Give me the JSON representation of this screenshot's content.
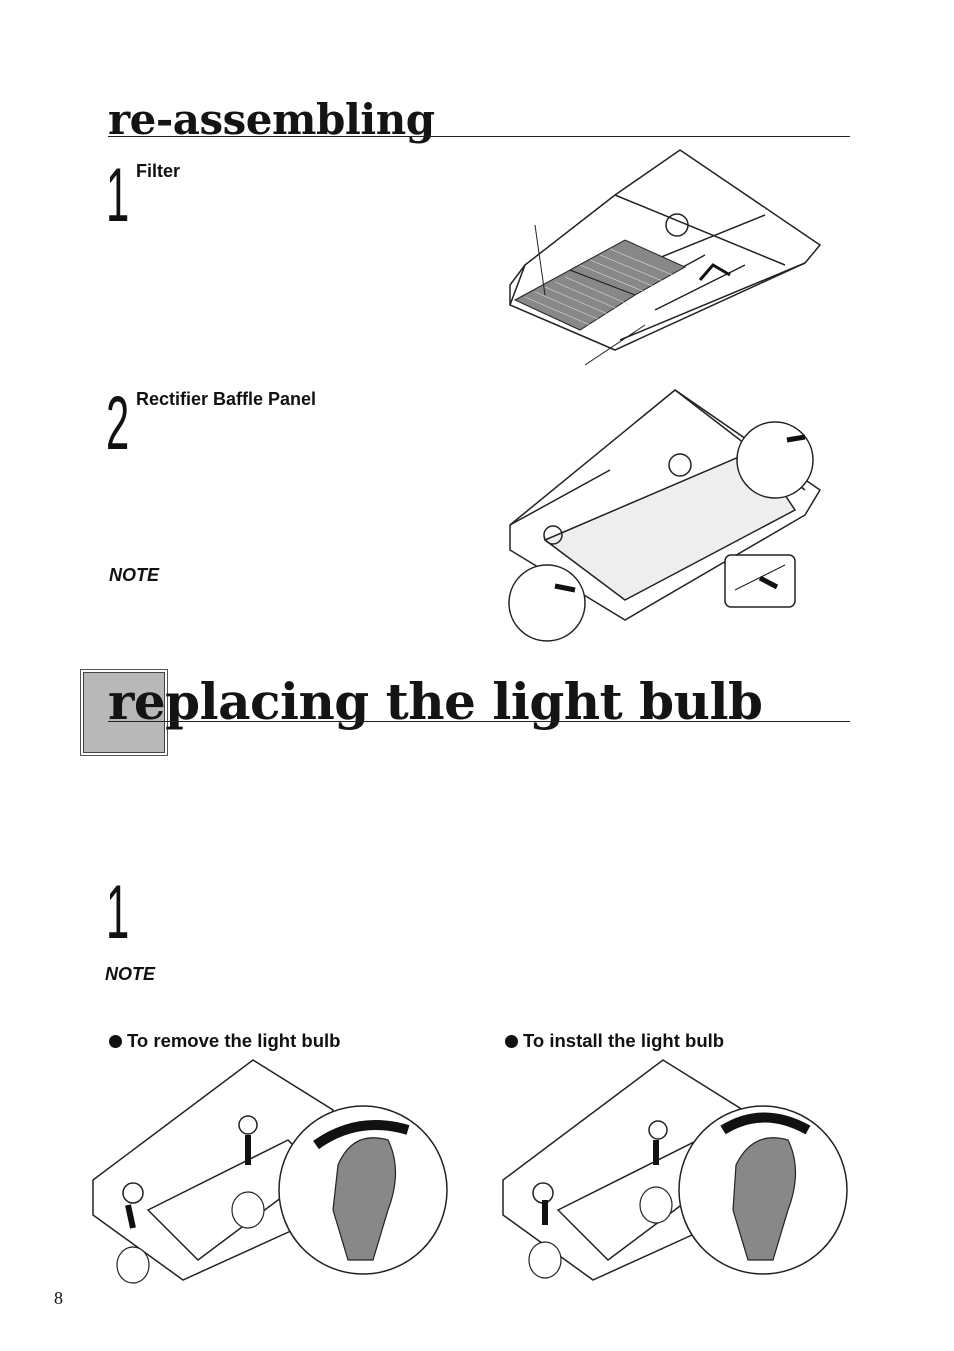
{
  "sections": {
    "reassembling": {
      "title": "re-assembling",
      "steps": [
        {
          "number": "1",
          "label": "Filter"
        },
        {
          "number": "2",
          "label": "Rectifier Baffle Panel"
        }
      ],
      "note": "NOTE"
    },
    "replacing": {
      "title": "replacing the light bulb",
      "step": {
        "number": "1"
      },
      "note": "NOTE",
      "remove_label": "To remove the light bulb",
      "install_label": "To install the light bulb"
    }
  },
  "page_number": "8"
}
